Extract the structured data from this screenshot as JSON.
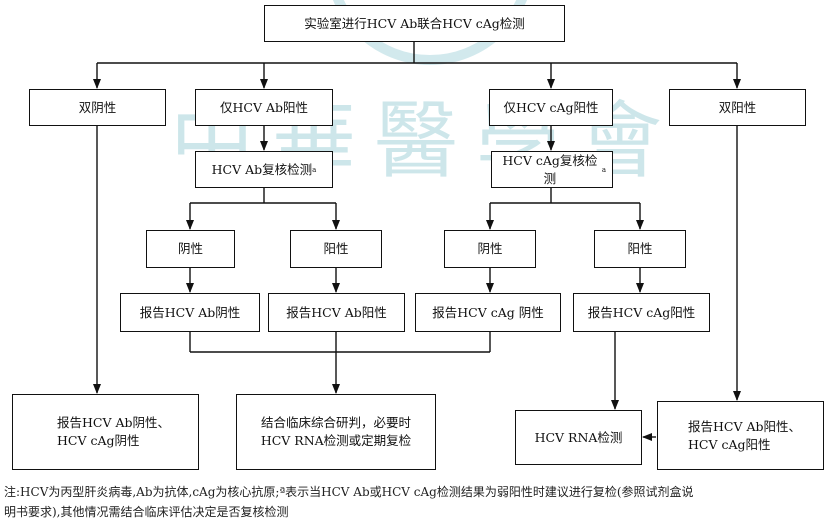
{
  "colors": {
    "stroke": "#111111",
    "watermark": "#9ccfd6"
  },
  "watermark": {
    "text": "中華醫學會"
  },
  "nodes": {
    "root": "实验室进行HCV Ab联合HCV cAg检测",
    "double_negative": "双阴性",
    "ab_only": "仅HCV Ab阳性",
    "cag_only": "仅HCV cAg阳性",
    "double_positive": "双阳性",
    "ab_recheck": "HCV Ab复核检测",
    "ab_recheck_mark": "a",
    "cag_recheck": "HCV cAg复核检测",
    "cag_recheck_mark": "a",
    "ab_neg": "阴性",
    "ab_pos": "阳性",
    "cag_neg": "阴性",
    "cag_pos": "阳性",
    "report_ab_neg": "报告HCV Ab阴性",
    "report_ab_pos": "报告HCV Ab阳性",
    "report_cag_neg": "报告HCV cAg 阴性",
    "report_cag_pos": "报告HCV cAg阳性",
    "report_both_neg": "报告HCV Ab阴性、\nHCV cAg阴性",
    "clinical": "结合临床综合研判，必要时\nHCV RNA检测或定期复检",
    "rna": "HCV RNA检测",
    "report_both_pos": "报告HCV Ab阳性、\nHCV cAg阳性"
  },
  "note": {
    "line1": "注:HCV为丙型肝炎病毒,Ab为抗体,cAg为核心抗原;ª表示当HCV Ab或HCV cAg检测结果为弱阳性时建议进行复检(参照试剂盒说",
    "line2": "明书要求),其他情况需结合临床评估决定是否复核检测"
  }
}
